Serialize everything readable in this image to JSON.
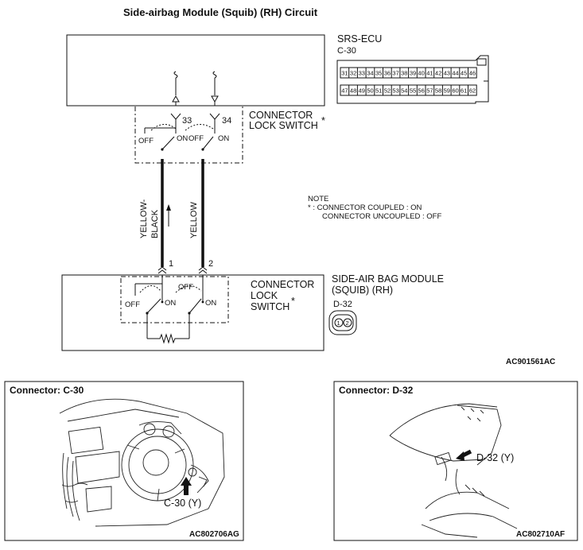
{
  "diagram": {
    "title": "Side-airbag Module (Squib) (RH) Circuit",
    "ecu": {
      "name": "SRS-ECU",
      "connector": "C-30",
      "pins_top": [
        "31",
        "32",
        "33",
        "34",
        "35",
        "36",
        "37",
        "38",
        "39",
        "40",
        "41",
        "42",
        "43",
        "44",
        "45",
        "46"
      ],
      "pins_bottom": [
        "47",
        "48",
        "49",
        "50",
        "51",
        "52",
        "53",
        "54",
        "55",
        "56",
        "57",
        "58",
        "59",
        "60",
        "61",
        "62"
      ],
      "terminal_left": "33",
      "terminal_right": "34",
      "lock_switch_line1": "CONNECTOR",
      "lock_switch_line2": "LOCK SWITCH",
      "star": "*",
      "off_left": "OFF",
      "on_left": "ON",
      "off_right": "OFF",
      "on_right": "ON"
    },
    "wires": {
      "left_color_line1": "YELLOW-",
      "left_color_line2": "BLACK",
      "right_color": "YELLOW",
      "pin_left": "1",
      "pin_right": "2"
    },
    "note": {
      "heading": "NOTE",
      "line1": "* : CONNECTOR COUPLED : ON",
      "line2": "CONNECTOR UNCOUPLED : OFF"
    },
    "module": {
      "lock_line1": "CONNECTOR",
      "lock_line2": "LOCK",
      "lock_line3": "SWITCH",
      "star": "*",
      "name_line1": "SIDE-AIR BAG MODULE",
      "name_line2": "(SQUIB) (RH)",
      "connector": "D-32",
      "pin_a": "1",
      "pin_b": "2",
      "off_upper": "OFF",
      "off_left": "OFF",
      "on_left": "ON",
      "on_right": "ON"
    },
    "figure_code": "AC901561AC"
  },
  "panels": {
    "left": {
      "title": "Connector: C-30",
      "callout": "C-30 (Y)",
      "code": "AC802706AG"
    },
    "right": {
      "title": "Connector: D-32",
      "callout": "D-32 (Y)",
      "code": "AC802710AF"
    }
  }
}
